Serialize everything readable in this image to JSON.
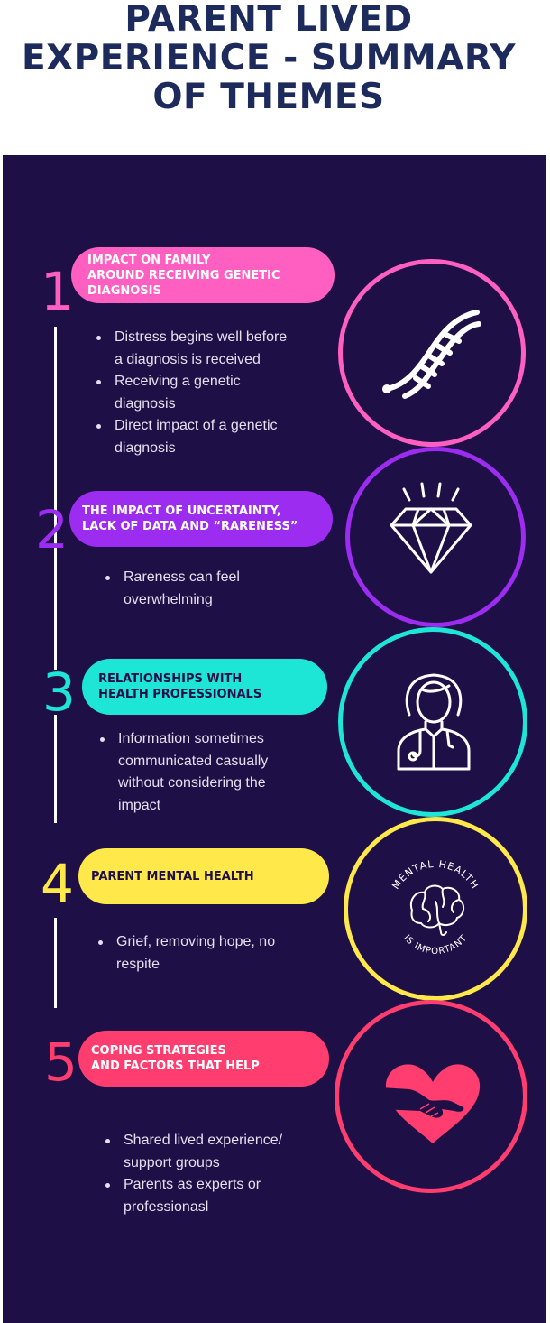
{
  "title_lines": [
    "PARENT LIVED",
    "EXPERIENCE - SUMMARY",
    "OF THEMES"
  ],
  "themes": [
    {
      "number": "1",
      "color": "#ff5fc0",
      "heading_lines": [
        "IMPACT ON FAMILY",
        "AROUND RECEIVING GENETIC",
        "DIAGNOSIS"
      ],
      "bullets": [
        "Distress begins well before a diagnosis is received",
        "Receiving a genetic diagnosis",
        "Direct impact of a genetic diagnosis"
      ],
      "icon": "dna-icon"
    },
    {
      "number": "2",
      "color": "#9b2cf0",
      "heading_lines": [
        "THE IMPACT OF UNCERTAINTY,",
        "LACK OF DATA AND “RARENESS”"
      ],
      "bullets": [
        "Rareness can feel overwhelming"
      ],
      "icon": "diamond-icon"
    },
    {
      "number": "3",
      "color": "#1ee6d6",
      "heading_lines": [
        "RELATIONSHIPS WITH",
        "HEALTH PROFESSIONALS"
      ],
      "bullets": [
        "Information sometimes communicated casually without considering the impact"
      ],
      "icon": "doctor-icon"
    },
    {
      "number": "4",
      "color": "#ffe84a",
      "heading_lines": [
        "PARENT MENTAL HEALTH"
      ],
      "bullets": [
        "Grief, removing hope, no respite"
      ],
      "icon": "brain-icon",
      "icon_text_top": "MENTAL HEALTH",
      "icon_text_bottom": "IS IMPORTANT"
    },
    {
      "number": "5",
      "color": "#ff3d6e",
      "heading_lines": [
        "COPING STRATEGIES",
        "AND FACTORS THAT HELP"
      ],
      "bullets": [
        "Shared lived experience/ support groups",
        "Parents as experts or professionasl"
      ],
      "icon": "heart-hand-icon"
    }
  ]
}
